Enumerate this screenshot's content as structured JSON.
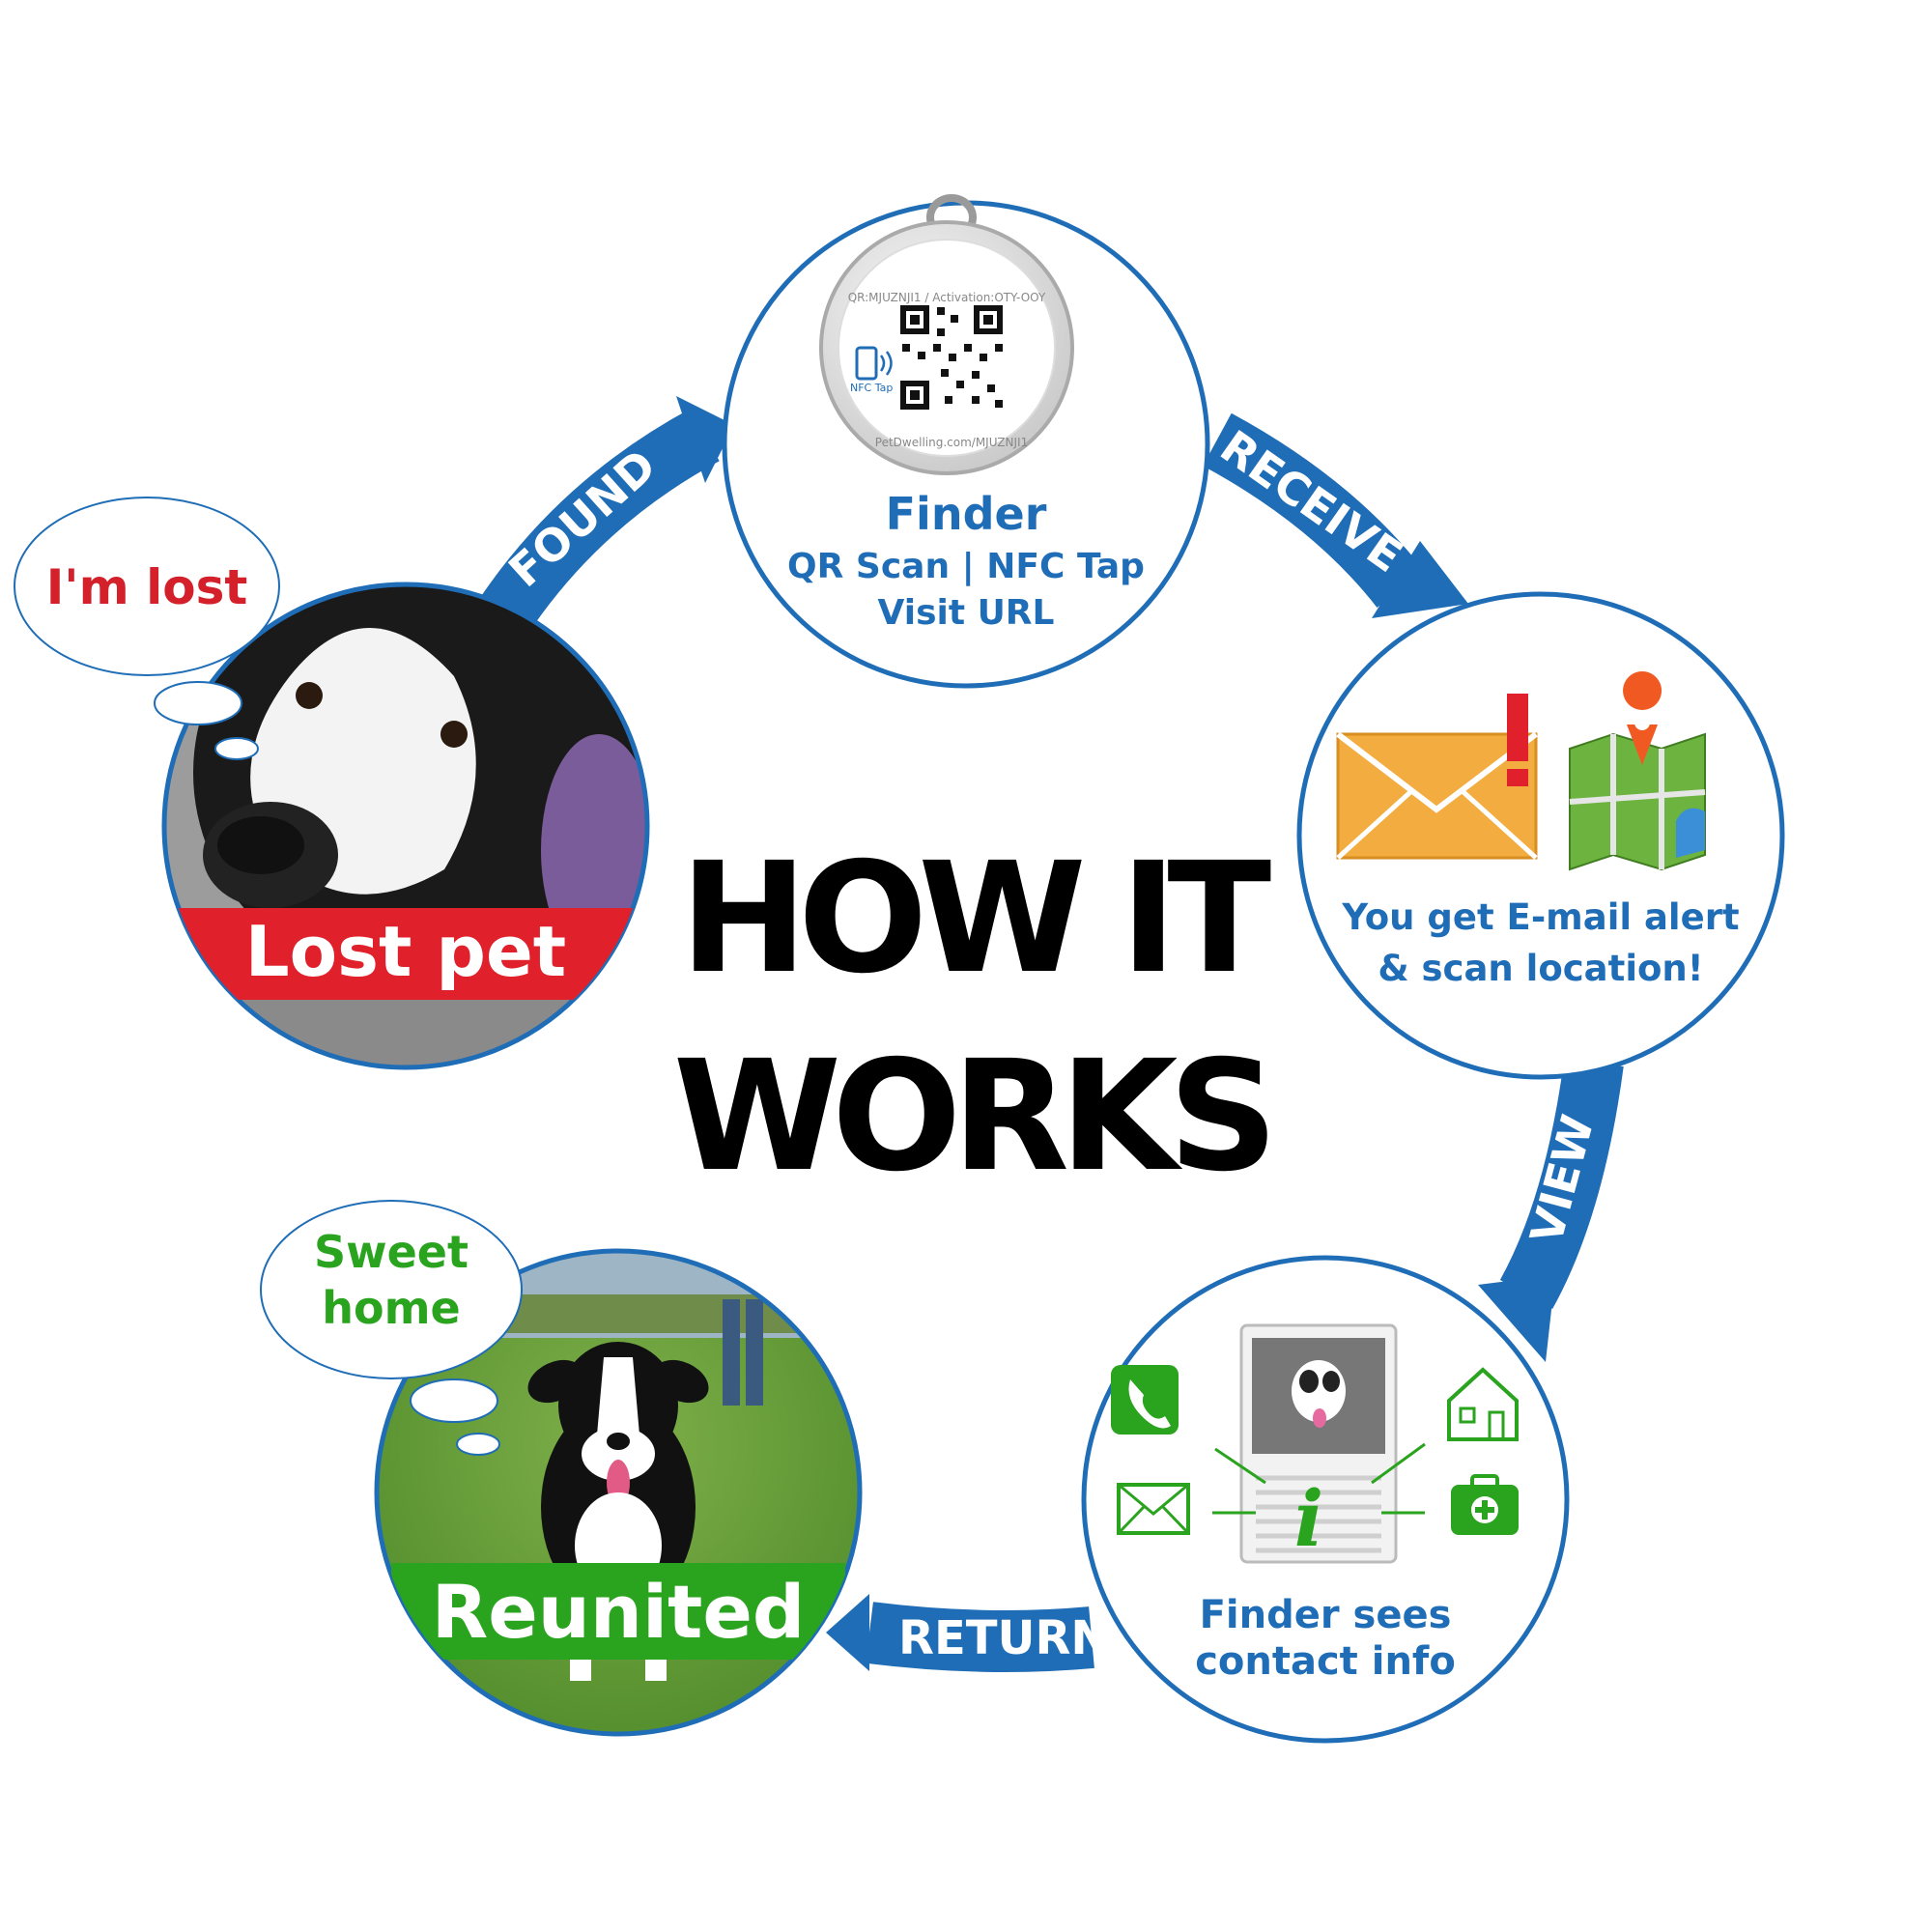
{
  "title": {
    "line1": "HOW IT",
    "line2": "WORKS"
  },
  "steps": {
    "finder": {
      "heading": "Finder",
      "methods": "QR Scan | NFC Tap",
      "visit": "Visit URL",
      "tag": {
        "nfc_label": "NFC Tap",
        "arc_text": "QR:MJUZNJI1 / Activation:OTY-OOY",
        "bottom_text": "PetDwelling.com/MJUZNJI1"
      }
    },
    "alert": {
      "line1": "You get E-mail alert",
      "line2": "& scan location!"
    },
    "contact": {
      "line1": "Finder sees",
      "line2": "contact info"
    },
    "reunited": {
      "banner": "Reunited",
      "thought_line1": "Sweet",
      "thought_line2": "home"
    },
    "lost": {
      "banner": "Lost pet",
      "thought": "I'm lost"
    }
  },
  "arrows": {
    "found": "FOUND",
    "receive": "RECEIVE",
    "view": "VIEW",
    "return": "RETURN"
  },
  "colors": {
    "blue": "#1f6db6",
    "red": "#e0202b",
    "green": "#2aa31f",
    "envelope": "#f2ac3f"
  },
  "icons": [
    "qr-tag-icon",
    "nfc-phone-icon",
    "envelope-alert-icon",
    "map-pin-icon",
    "phone-icon",
    "mail-icon",
    "home-icon",
    "medical-kit-icon",
    "info-icon",
    "dog-photo"
  ]
}
